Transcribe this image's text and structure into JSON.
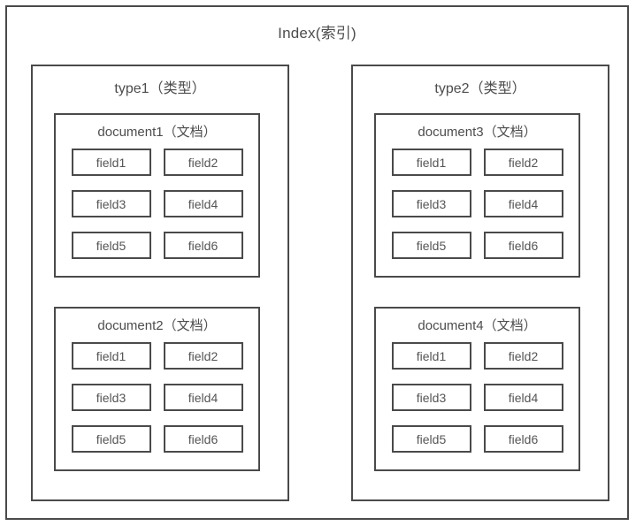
{
  "diagram": {
    "title": "Index(索引)",
    "types": [
      {
        "label": "type1（类型）",
        "documents": [
          {
            "label": "document1（文档）",
            "fields": [
              "field1",
              "field2",
              "field3",
              "field4",
              "field5",
              "field6"
            ]
          },
          {
            "label": "document2（文档）",
            "fields": [
              "field1",
              "field2",
              "field3",
              "field4",
              "field5",
              "field6"
            ]
          }
        ]
      },
      {
        "label": "type2（类型）",
        "documents": [
          {
            "label": "document3（文档）",
            "fields": [
              "field1",
              "field2",
              "field3",
              "field4",
              "field5",
              "field6"
            ]
          },
          {
            "label": "document4（文档）",
            "fields": [
              "field1",
              "field2",
              "field3",
              "field4",
              "field5",
              "field6"
            ]
          }
        ]
      }
    ]
  },
  "colors": {
    "border": "#4a4a4a",
    "text": "#4d4d4d",
    "field_text": "#555555",
    "background": "#ffffff"
  }
}
